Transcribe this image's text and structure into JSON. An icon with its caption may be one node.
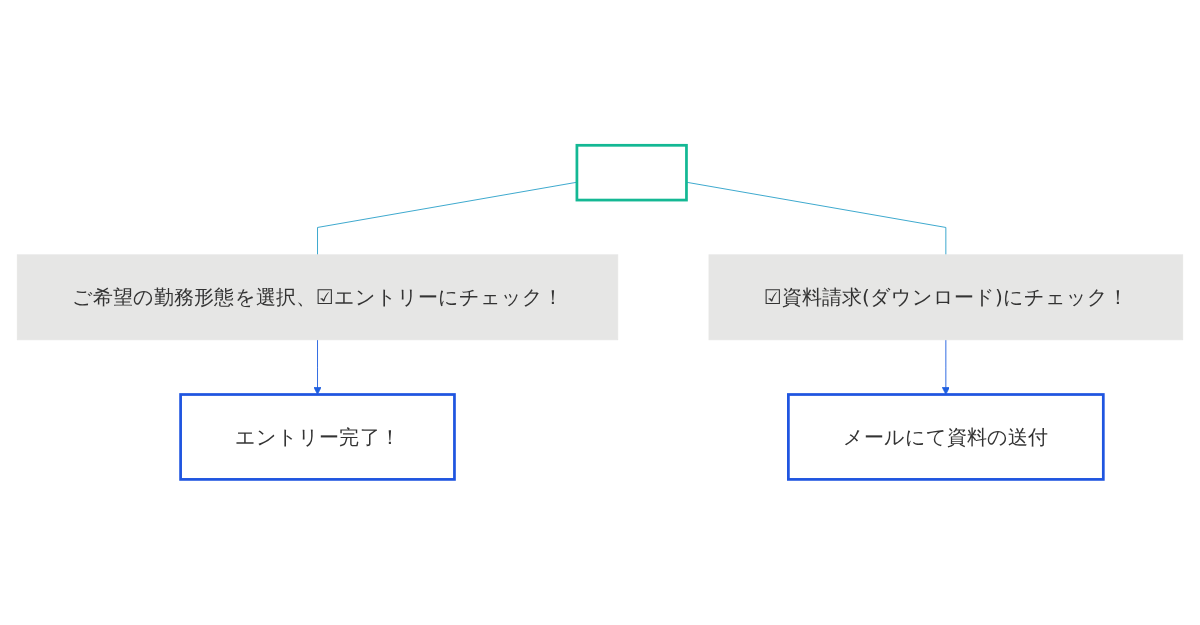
{
  "diagram": {
    "nodes": [
      {
        "text": [],
        "shape": "box"
      },
      {
        "text": [
          "ご希望の勤務形態を選択、☑エントリーにチェック！"
        ]
      },
      {
        "text": [
          "☑資料請求(ダウンロード)にチェック！"
        ]
      },
      {
        "text": [
          "エントリー完了！"
        ]
      },
      {
        "text": [
          "メールにて資料の送付"
        ]
      }
    ],
    "edges": [
      {
        "from": 0,
        "to": 1,
        "arrow": "none",
        "color": "#2ba0c9"
      },
      {
        "from": 0,
        "to": 2,
        "arrow": "none",
        "color": "#2ba0c9"
      },
      {
        "from": 1,
        "to": 3,
        "arrow": "to",
        "color": "#1f5fe0"
      },
      {
        "from": 2,
        "to": 4,
        "arrow": "to",
        "color": "#1f5fe0"
      }
    ]
  }
}
